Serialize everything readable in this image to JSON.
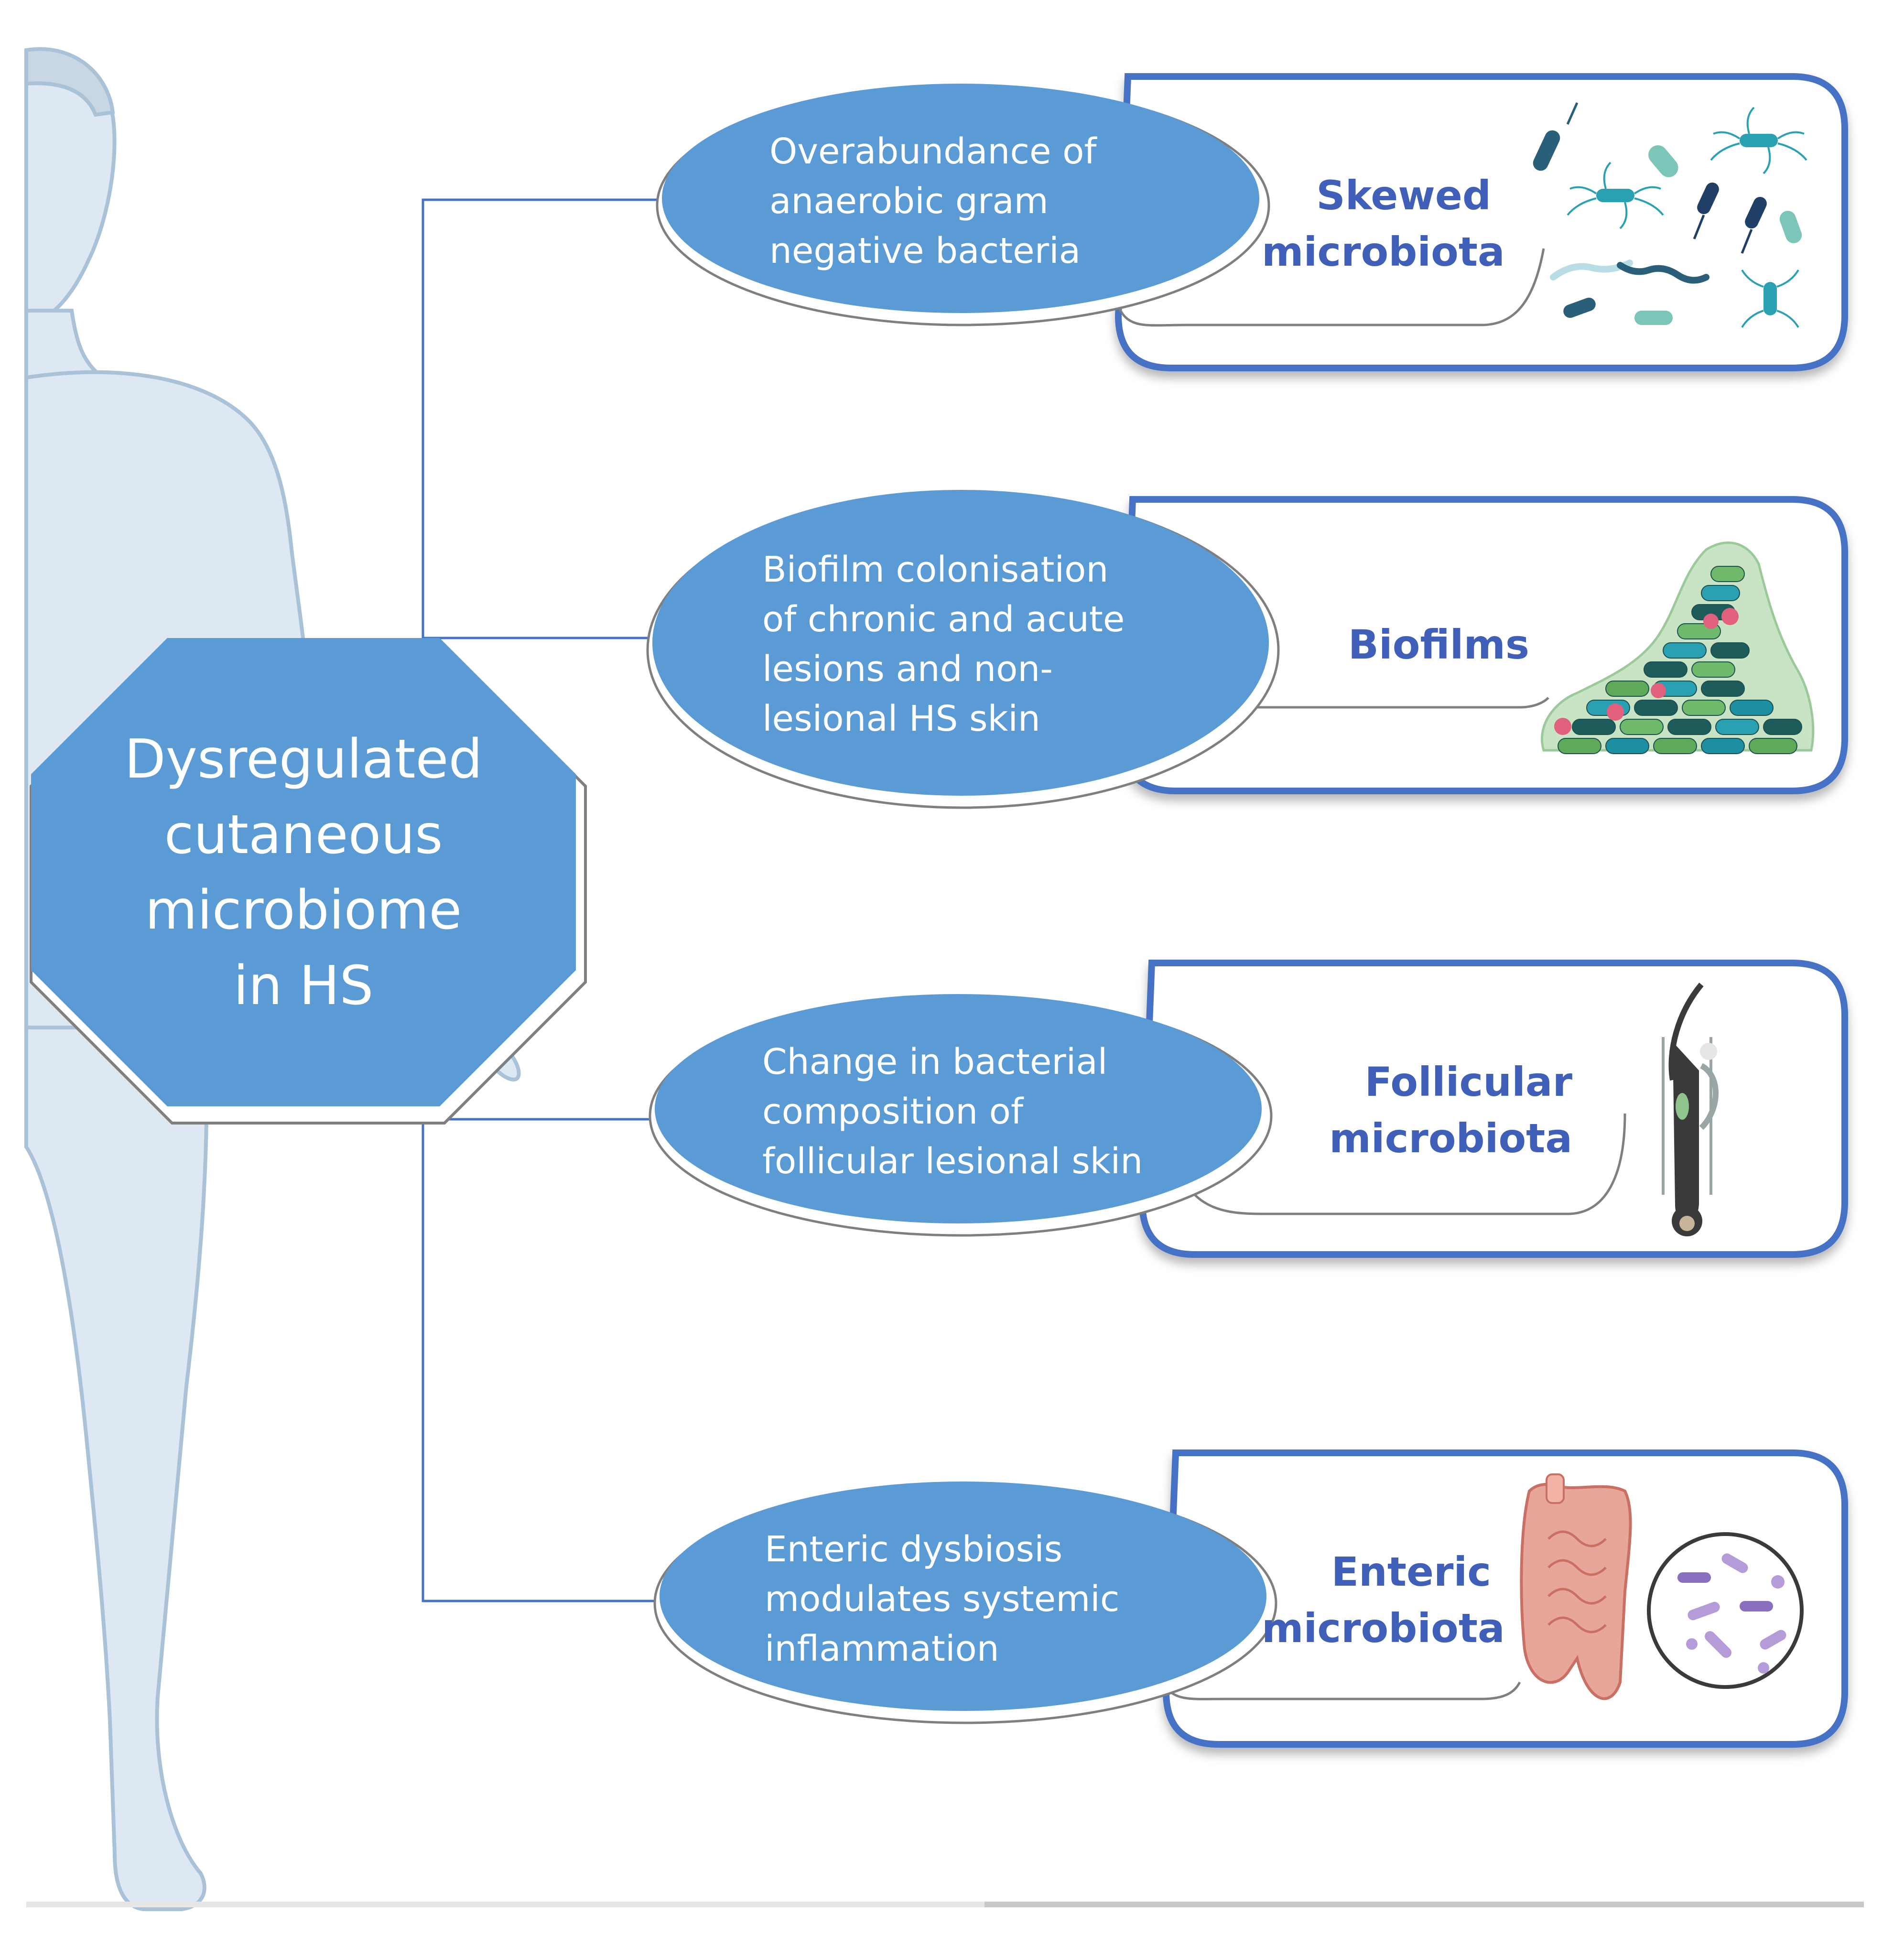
{
  "center": {
    "lines": [
      "Dysregulated",
      "cutaneous",
      "microbiome",
      "in HS"
    ]
  },
  "branches": [
    {
      "description_lines": [
        "Overabundance of",
        "anaerobic gram",
        "negative bacteria"
      ],
      "label_lines": [
        "Skewed",
        "microbiota"
      ],
      "icon": "bacteria-scatter-icon"
    },
    {
      "description_lines": [
        "Biofilm colonisation",
        "of chronic and acute",
        "lesions and non-",
        "lesional HS skin"
      ],
      "label_lines": [
        "Biofilms"
      ],
      "icon": "biofilm-icon"
    },
    {
      "description_lines": [
        "Change in bacterial",
        "composition of",
        "follicular lesional skin"
      ],
      "label_lines": [
        "Follicular",
        "microbiota"
      ],
      "icon": "hair-follicle-icon"
    },
    {
      "description_lines": [
        "Enteric dysbiosis",
        "modulates systemic",
        "inflammation"
      ],
      "label_lines": [
        "Enteric",
        "microbiota"
      ],
      "icon": "intestine-microbes-icon"
    }
  ],
  "colors": {
    "oval_fill": "#5b9bd5",
    "card_border": "#4472c4",
    "label_text": "#3f5fb8",
    "connector": "#4472c4",
    "body_fill": "#dde8f2",
    "body_stroke": "#a9c2d8"
  }
}
